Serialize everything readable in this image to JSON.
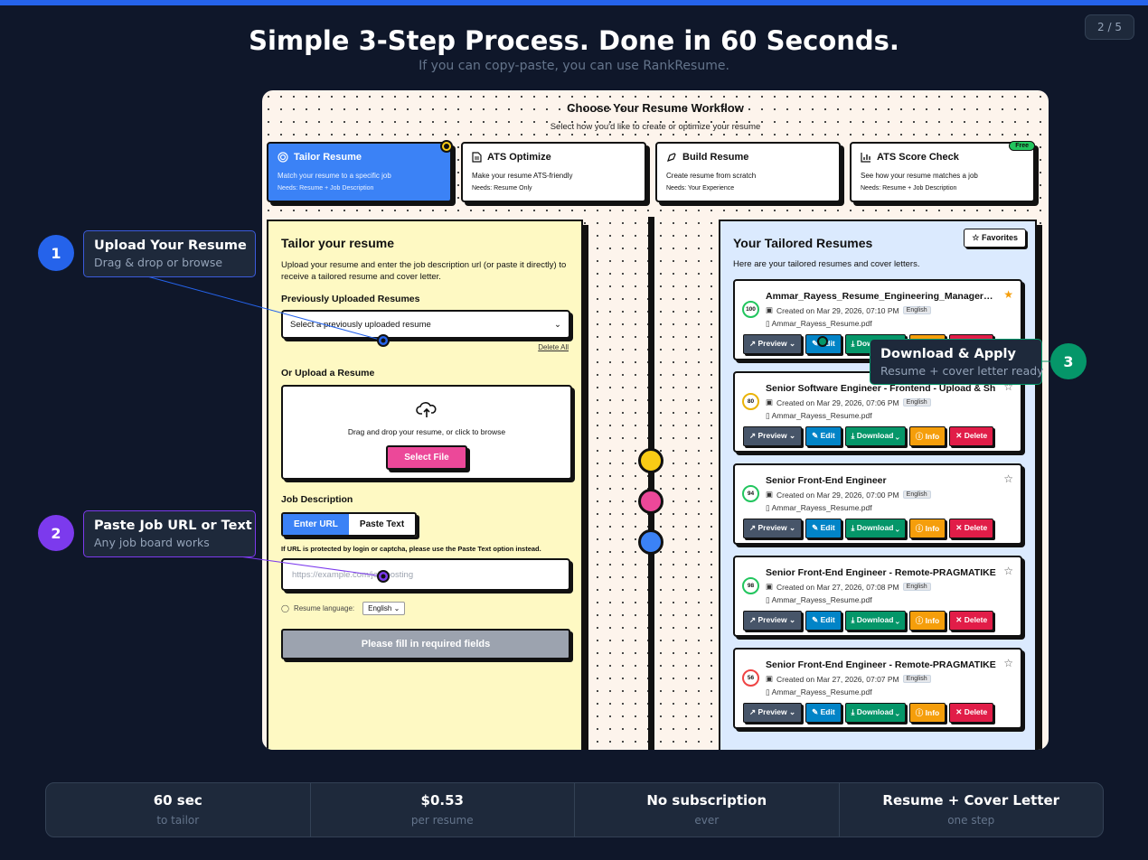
{
  "pager": "2 / 5",
  "headline": "Simple 3-Step Process. Done in 60 Seconds.",
  "subline": "If you can copy-paste, you can use RankResume.",
  "workflow": {
    "title": "Choose Your Resume Workflow",
    "subtitle": "Select how you'd like to create or optimize your resume",
    "cards": [
      {
        "title": "Tailor Resume",
        "desc": "Match your resume to a specific job",
        "needs": "Needs: Resume + Job Description",
        "icon": "target-icon"
      },
      {
        "title": "ATS Optimize",
        "desc": "Make your resume ATS-friendly",
        "needs": "Needs: Resume Only",
        "icon": "document-icon"
      },
      {
        "title": "Build Resume",
        "desc": "Create resume from scratch",
        "needs": "Needs: Your Experience",
        "icon": "pen-tool-icon"
      },
      {
        "title": "ATS Score Check",
        "desc": "See how your resume matches a job",
        "needs": "Needs: Resume + Job Description",
        "icon": "bar-chart-icon",
        "badge": "Free"
      }
    ]
  },
  "left": {
    "title": "Tailor your resume",
    "desc": "Upload your resume and enter the job description url (or paste it directly) to receive a tailored resume and cover letter.",
    "prev_label": "Previously Uploaded Resumes",
    "select_placeholder": "Select a previously uploaded resume",
    "delete_all": "Delete All",
    "upload_label": "Or Upload a Resume",
    "drop_text": "Drag and drop your resume, or click to browse",
    "select_file": "Select File",
    "jd_label": "Job Description",
    "tab_url": "Enter URL",
    "tab_paste": "Paste Text",
    "note_pre": "If URL is protected by login or captcha, please use the ",
    "note_bold": "Paste Text",
    "note_post": " option instead.",
    "url_placeholder": "https://example.com/job-posting",
    "lang_label": "Resume language:",
    "lang_value": "English",
    "submit": "Please fill in required fields"
  },
  "right": {
    "title": "Your Tailored Resumes",
    "desc": "Here are your tailored resumes and cover letters.",
    "favorites": "Favorites",
    "actions": {
      "preview": "Preview",
      "edit": "Edit",
      "download": "Download",
      "info": "Info",
      "delete": "Delete"
    },
    "items": [
      {
        "score": "100",
        "title": "Ammar_Rayess_Resume_Engineering_Manager_Ful",
        "created": "Created on Mar 29, 2026, 07:10 PM",
        "lang": "English",
        "file": "Ammar_Rayess_Resume.pdf",
        "starred": true
      },
      {
        "score": "80",
        "title": "Senior Software Engineer - Frontend - Upload & Sh",
        "created": "Created on Mar 29, 2026, 07:06 PM",
        "lang": "English",
        "file": "Ammar_Rayess_Resume.pdf",
        "starred": false
      },
      {
        "score": "94",
        "title": "Senior Front-End Engineer",
        "created": "Created on Mar 29, 2026, 07:00 PM",
        "lang": "English",
        "file": "Ammar_Rayess_Resume.pdf",
        "starred": false
      },
      {
        "score": "98",
        "title": "Senior Front-End Engineer - Remote-PRAGMATIKE",
        "created": "Created on Mar 27, 2026, 07:08 PM",
        "lang": "English",
        "file": "Ammar_Rayess_Resume.pdf",
        "starred": false
      },
      {
        "score": "56",
        "title": "Senior Front-End Engineer - Remote-PRAGMATIKE",
        "created": "Created on Mar 27, 2026, 07:07 PM",
        "lang": "English",
        "file": "Ammar_Rayess_Resume.pdf",
        "starred": false
      }
    ]
  },
  "callouts": [
    {
      "num": "1",
      "title": "Upload Your Resume",
      "sub": "Drag & drop or browse",
      "color": "#2563eb"
    },
    {
      "num": "2",
      "title": "Paste Job URL or Text",
      "sub": "Any job board works",
      "color": "#7c3aed"
    },
    {
      "num": "3",
      "title": "Download & Apply",
      "sub": "Resume + cover letter ready",
      "color": "#059669"
    }
  ],
  "stats": [
    {
      "value": "60 sec",
      "label": "to tailor"
    },
    {
      "value": "$0.53",
      "label": "per resume"
    },
    {
      "value": "No subscription",
      "label": "ever"
    },
    {
      "value": "Resume + Cover Letter",
      "label": "one step"
    }
  ],
  "colors": {
    "accent": "#2563eb",
    "background": "#0f172a",
    "pink": "#ec4899",
    "yellow": "#facc15"
  }
}
